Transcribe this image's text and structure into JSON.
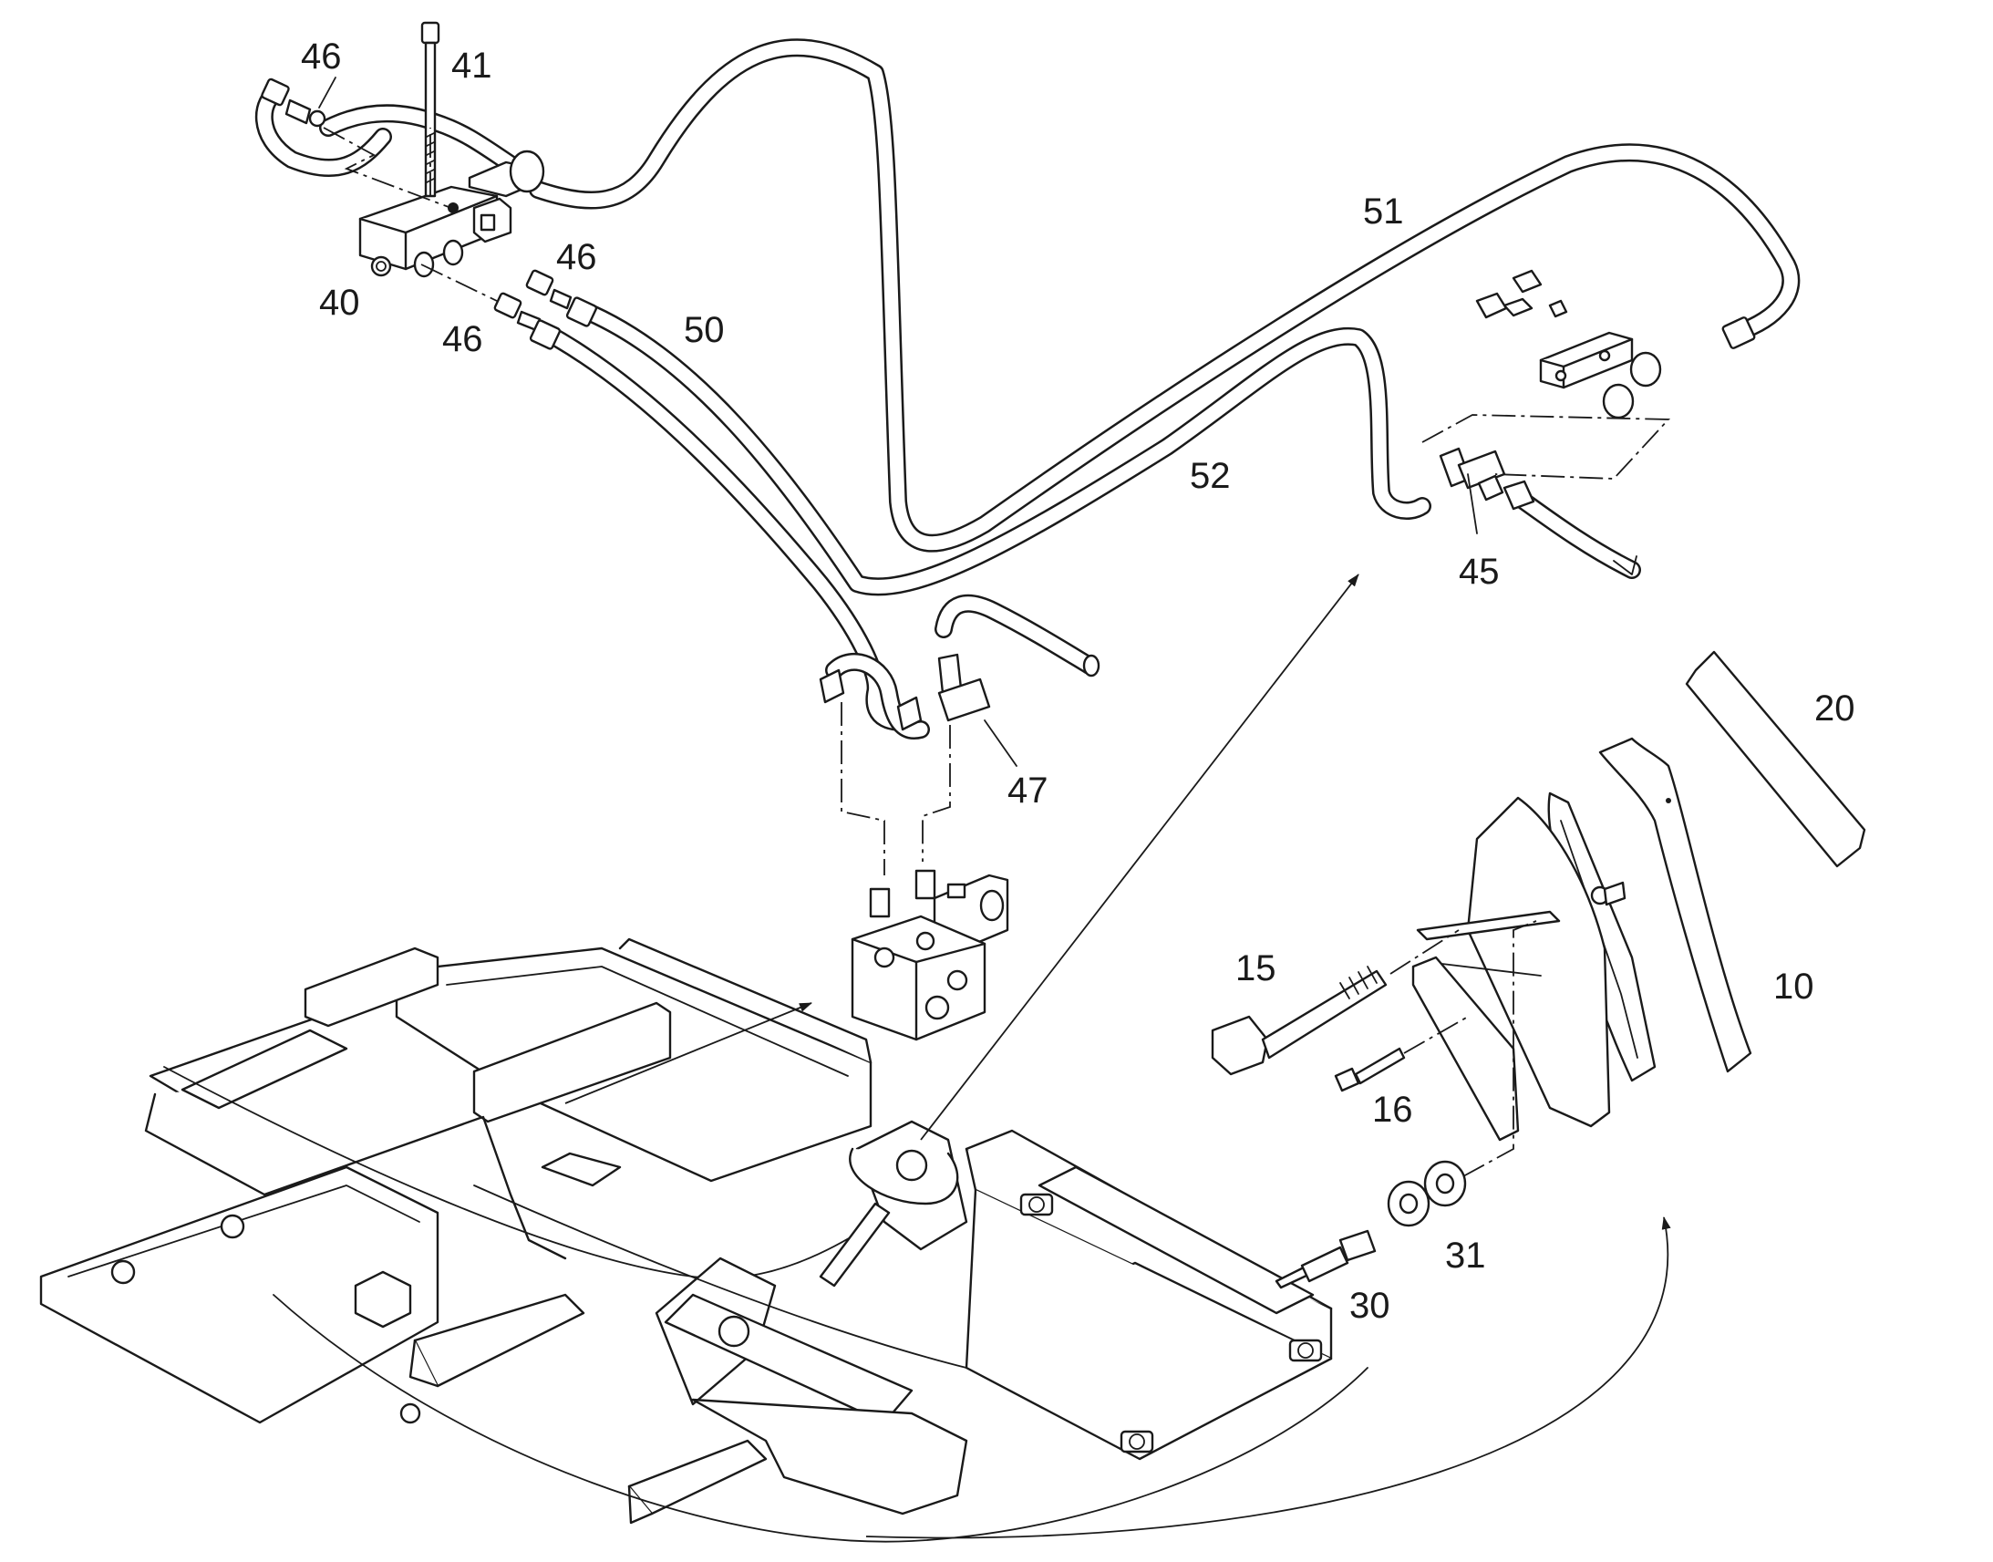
{
  "callouts": {
    "c10": "10",
    "c15": "15",
    "c16": "16",
    "c20": "20",
    "c30": "30",
    "c31": "31",
    "c40": "40",
    "c41": "41",
    "c45": "45",
    "c46a": "46",
    "c46b": "46",
    "c46c": "46",
    "c47": "47",
    "c50": "50",
    "c51": "51",
    "c52": "52"
  },
  "colors": {
    "line": "#1a1a1a",
    "background": "#ffffff"
  }
}
